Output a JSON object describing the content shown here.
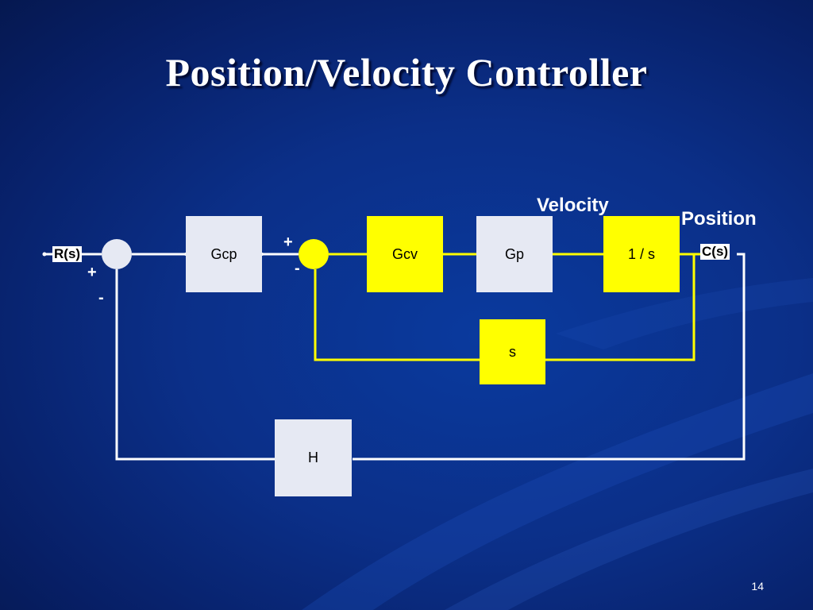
{
  "slide": {
    "title": "Position/Velocity Controller",
    "page_number": "14"
  },
  "diagram": {
    "blocks": {
      "gcp": "Gcp",
      "gcv": "Gcv",
      "gp": "Gp",
      "integrator": "1 / s",
      "velocity_feedback": "s",
      "h": "H"
    },
    "signals": {
      "input": "R(s)",
      "output": "C(s)"
    },
    "annotations": {
      "velocity": "Velocity",
      "position": "Position"
    },
    "signs": {
      "outer_plus": "+",
      "outer_minus": "-",
      "inner_plus": "+",
      "inner_minus": "-"
    },
    "colors": {
      "outer_loop": "#ffffff",
      "inner_loop": "#ffff00",
      "gray_block": "#e6e9f3",
      "yellow_block": "#ffff00",
      "background": "#0b2f88"
    }
  }
}
